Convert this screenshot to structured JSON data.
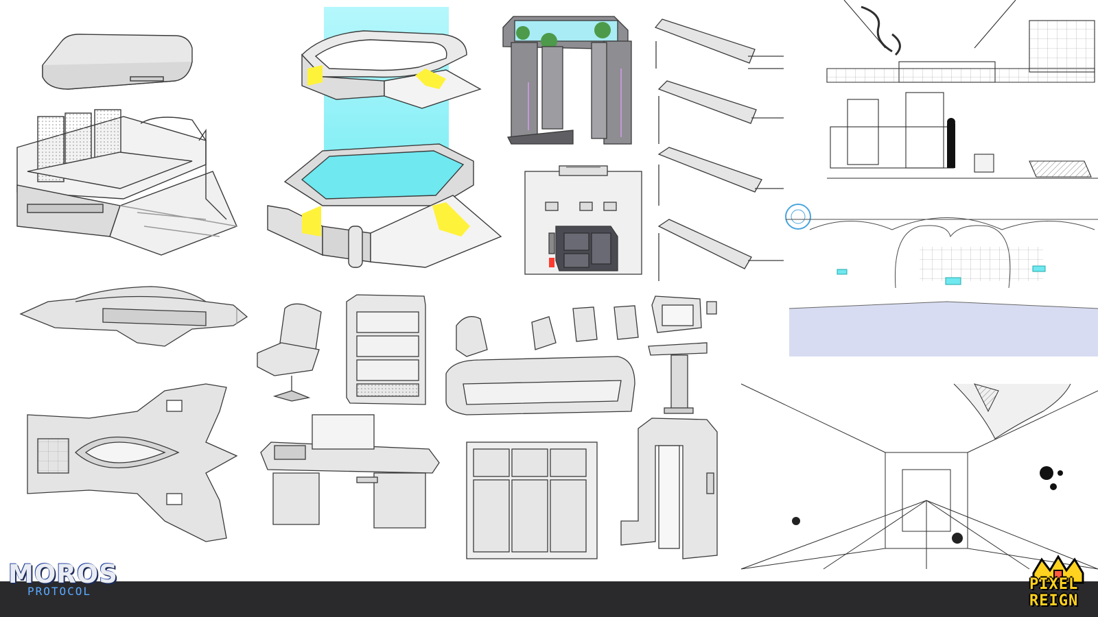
{
  "branding": {
    "game_logo_title": "MOROS",
    "game_logo_subtitle": "PROTOCOL",
    "studio_logo_line1": "PIXEL",
    "studio_logo_line2": "REIGN"
  },
  "colors": {
    "footer_bar": "#2a2a2d",
    "line_art": "#3a3a3a",
    "fill_light": "#e6e6e6",
    "holo_cyan": "#7ff1f7",
    "accent_yellow": "#fff23a",
    "door_dark": "#4a4a52",
    "plant_green": "#4d9a4a",
    "pillar_gray": "#8d8d92",
    "floor_lavender": "#d8dcf2",
    "logo_blue": "#5aa9ff",
    "logo_gold": "#ffd21f"
  },
  "panels": [
    {
      "id": "bed",
      "icon": "bed-icon"
    },
    {
      "id": "medical-pod",
      "icon": "pod-icon"
    },
    {
      "id": "arch-planter",
      "icon": "arch-icon"
    },
    {
      "id": "pipe-rails",
      "icon": "pipe-icon"
    },
    {
      "id": "hangar-perspective",
      "icon": "hangar-icon"
    },
    {
      "id": "sealed-door",
      "icon": "door-icon"
    },
    {
      "id": "lounge-interior",
      "icon": "room-icon"
    },
    {
      "id": "ship-side",
      "icon": "ship-icon"
    },
    {
      "id": "ship-top",
      "icon": "ship-icon"
    },
    {
      "id": "chair",
      "icon": "chair-icon"
    },
    {
      "id": "cabinet",
      "icon": "cabinet-icon"
    },
    {
      "id": "reception-desk",
      "icon": "desk-icon"
    },
    {
      "id": "tablets",
      "icon": "tablet-icon"
    },
    {
      "id": "terminal-stand",
      "icon": "terminal-icon"
    },
    {
      "id": "computer-desk",
      "icon": "desk-icon"
    },
    {
      "id": "locker-bank",
      "icon": "locker-icon"
    },
    {
      "id": "door-frame",
      "icon": "frame-icon"
    },
    {
      "id": "ruined-corridor",
      "icon": "corridor-icon"
    }
  ]
}
